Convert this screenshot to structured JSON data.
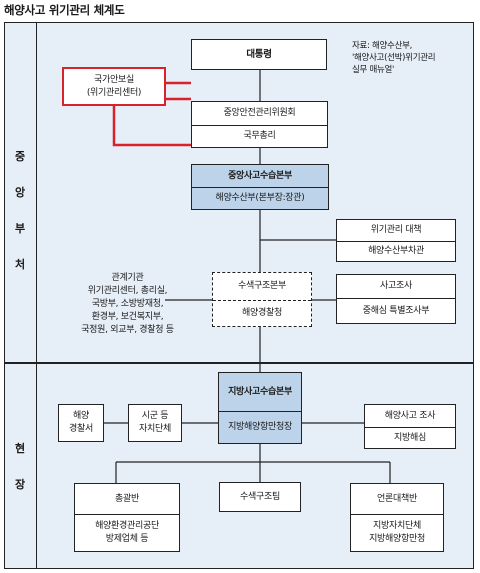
{
  "title": "해양사고 위기관리 체계도",
  "side_labels": {
    "central": [
      "중",
      "앙",
      "부",
      "처"
    ],
    "field": [
      "현",
      "장"
    ]
  },
  "note": [
    "자료: 해양수산부,",
    "'해양사고(선박)위기관리",
    "실무 매뉴얼'"
  ],
  "central": {
    "president": "대통령",
    "nsc": [
      "국가안보실",
      "(위기관리센터)"
    ],
    "safety_committee": "중앙안전관리위원회",
    "prime_minister": "국무총리",
    "hq_title": "중앙사고수습본부",
    "hq_sub": "해양수산부(본부장:장관)",
    "crisis_title": "위기관리 대책",
    "crisis_sub": "해양수산부차관",
    "agencies": [
      "관계기관",
      "위기관리센터, 총리실,",
      "국방부, 소방방재청,",
      "환경부, 보건복지부,",
      "국정원, 외교부, 경찰청 등"
    ],
    "rescue_title": "수색구조본부",
    "rescue_sub": "해양경찰청",
    "investigation_title": "사고조사",
    "investigation_sub": "중해심 특별조사부"
  },
  "field": {
    "hq_title": "지방사고수습본부",
    "hq_sub": "지방해양항만청장",
    "police": [
      "해양",
      "경찰서"
    ],
    "local_gov": [
      "시군 등",
      "자치단체"
    ],
    "investigation_title": "해양사고 조사",
    "investigation_sub": "지방해심",
    "general_title": "총괄반",
    "general_sub": [
      "해양환경관리공단",
      "방제업체 등"
    ],
    "rescue_team": "수색구조팀",
    "press_title": "언론대책반",
    "press_sub": [
      "지방자치단체",
      "지방해양항만청"
    ]
  },
  "colors": {
    "panel": "#e6eef7",
    "highlight_box": "#bcd3ea",
    "nsc_link": "#d8232a",
    "line": "#222222"
  }
}
